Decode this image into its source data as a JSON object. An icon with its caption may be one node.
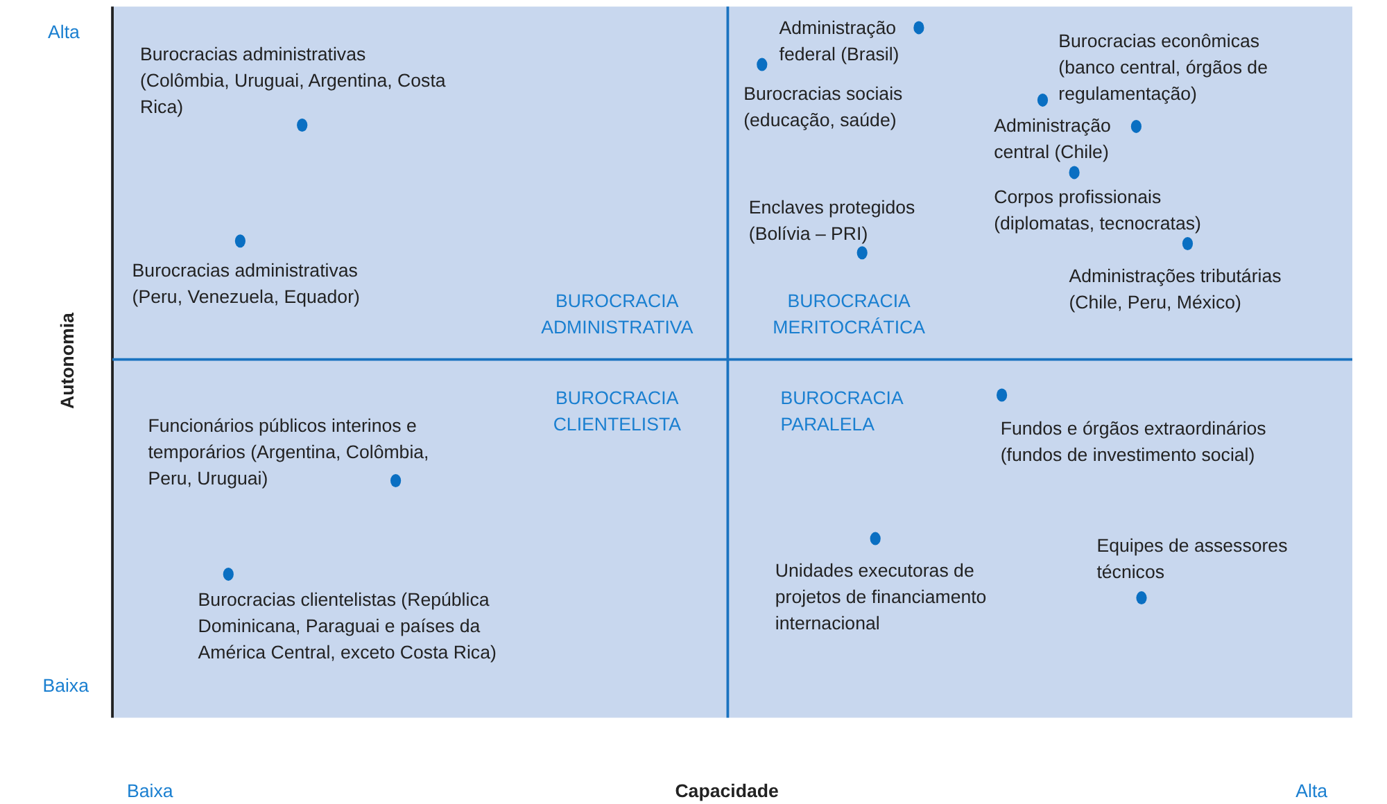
{
  "diagram": {
    "labels": [
      "Alta",
      "Administração federal (Brasil)",
      "Burocracias econômicas (banco central, órgãos de regulamentação)",
      "Burocracias administrativas (Colômbia, Uruguai, Argentina, Costa Rica)",
      "Burocracias sociais (educação, saúde)",
      "Administração central (Chile)",
      "Corpos profissionais (diplomatas, tecnocratas)",
      "Enclaves protegidos (Bolívia – PRI)",
      "Burocracias administrativas (Peru, Venezuela, Equador)",
      "Administrações tributárias (Chile, Peru, México)",
      "BUROCRACIA ADMINISTRATIVA",
      "BUROCRACIA MERITOCRÁTICA",
      "Autonomia",
      "BUROCRACIA CLIENTELISTA",
      "BUROCRACIA PARALELA",
      "Funcionários públicos interinos e temporários (Argentina, Colômbia, Peru, Uruguai)",
      "Fundos e órgãos extraordinários (fundos de investimento social)",
      "Equipes de assessores técnicos",
      "Unidades executoras de projetos de financiamento internacional",
      "Burocracias clientelistas (República Dominicana, Paraguai e países da América Central, exceto Costa Rica)",
      "Baixa",
      "Baixa",
      "Capacidade",
      "Alta"
    ]
  }
}
